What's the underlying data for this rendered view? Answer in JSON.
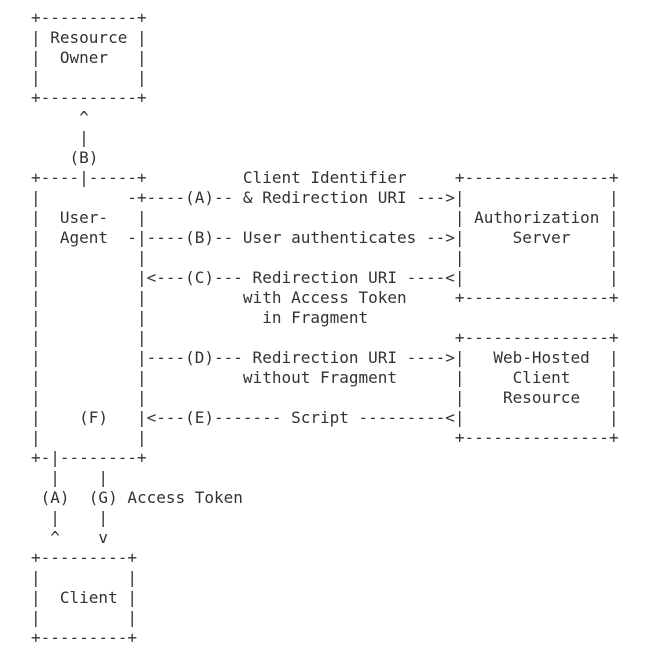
{
  "canvas": {
    "background": "#ffffff",
    "ink": "#303438"
  },
  "diagram": {
    "lines": [
      "+----------+",
      "| Resource |",
      "|  Owner   |",
      "|          |",
      "+----------+",
      "     ^",
      "     |",
      "    (B)",
      "+----|-----+          Client Identifier     +---------------+",
      "|         -+----(A)-- & Redirection URI --->|               |",
      "|  User-   |                                | Authorization |",
      "|  Agent  -|----(B)-- User authenticates -->|     Server    |",
      "|          |                                |               |",
      "|          |<---(C)--- Redirection URI ----<|               |",
      "|          |          with Access Token     +---------------+",
      "|          |            in Fragment",
      "|          |                                +---------------+",
      "|          |----(D)--- Redirection URI ---->|   Web-Hosted  |",
      "|          |          without Fragment      |     Client    |",
      "|          |                                |    Resource   |",
      "|    (F)   |<---(E)------- Script ---------<|               |",
      "|          |                                +---------------+",
      "+-|--------+",
      "  |    |",
      " (A)  (G) Access Token",
      "  |    |",
      "  ^    v",
      "+---------+",
      "|         |",
      "|  Client |",
      "|         |",
      "+---------+"
    ],
    "entities": {
      "resource_owner": "Resource Owner",
      "user_agent": "User- Agent",
      "authorization_server": "Authorization Server",
      "web_hosted_client_resource": "Web-Hosted Client Resource",
      "client": "Client"
    },
    "step_markers": [
      "(A)",
      "(B)",
      "(C)",
      "(D)",
      "(E)",
      "(F)",
      "(G)"
    ],
    "flow_labels": {
      "a": "Client Identifier & Redirection URI",
      "b": "User authenticates",
      "c": "Redirection URI with Access Token in Fragment",
      "d": "Redirection URI without Fragment",
      "e": "Script",
      "g": "Access Token"
    }
  }
}
